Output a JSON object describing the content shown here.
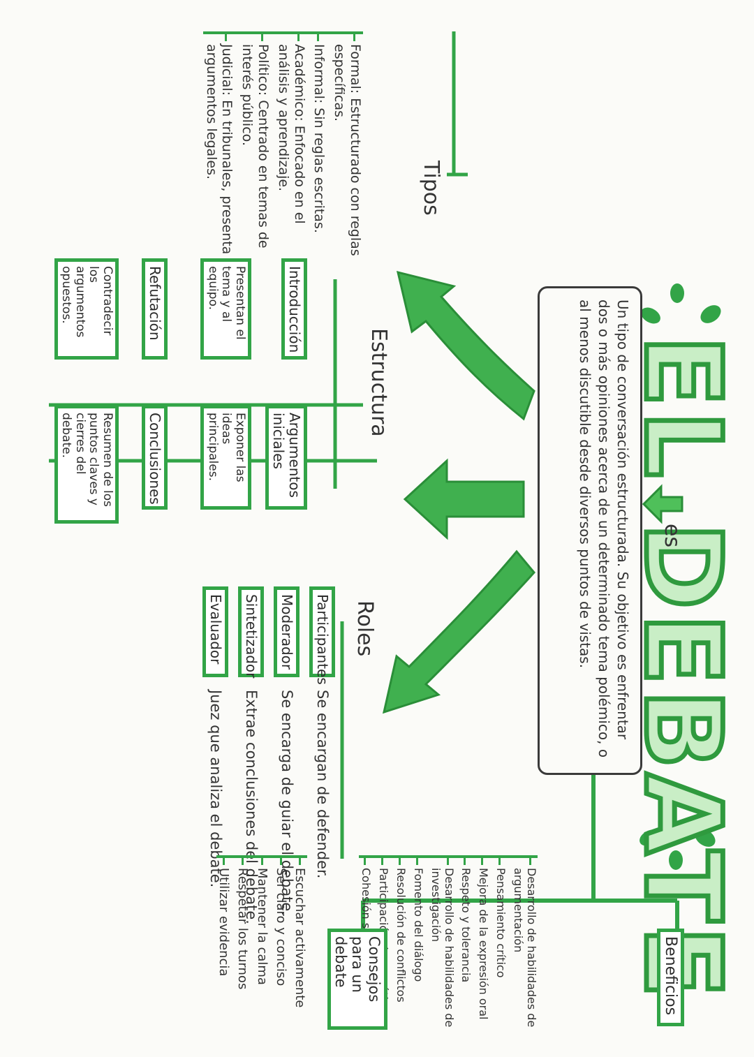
{
  "title": "EL DEBATE",
  "connector_es": "es",
  "definition": "Un tipo de conversación estructurada. Su objetivo es enfrentar dos o más opiniones acerca de un determinado tema polémico, o al menos discutible desde diversos puntos de vistas.",
  "tipos": {
    "label": "Tipos",
    "items": [
      "Formal: Estructurado con reglas específicas.",
      "Informal: Sin reglas escritas.",
      "Académico: Enfocado en el análisis y aprendizaje.",
      "Político: Centrado en temas de interés público.",
      "Judicial: En tribunales, presenta argumentos legales."
    ]
  },
  "estructura": {
    "label": "Estructura",
    "stages": [
      {
        "name": "Introducción",
        "desc": "Presentan el tema y al equipo."
      },
      {
        "name": "Argumentos iniciales",
        "desc": "Exponer las ideas principales."
      },
      {
        "name": "Refutación",
        "desc": "Contradecir los argumentos opuestos."
      },
      {
        "name": "Conclusiones",
        "desc": "Resumen de los puntos claves y cierres del debate."
      }
    ]
  },
  "roles": {
    "label": "Roles",
    "items": [
      {
        "name": "Participantes",
        "desc": "Se encargan de defender."
      },
      {
        "name": "Moderador",
        "desc": "Se encarga de guiar el debate."
      },
      {
        "name": "Sintetizador",
        "desc": "Extrae conclusiones del debate."
      },
      {
        "name": "Evaluador",
        "desc": "Juez que analiza el debate."
      }
    ]
  },
  "beneficios": {
    "label": "Beneficios",
    "items": [
      "Desarrollo de habilidades de argumentación",
      "Pensamiento crítico",
      "Mejora de la expresión oral",
      "Respeto y tolerancia",
      "Desarrollo de habilidades de investigación",
      "Fomento del diálogo",
      "Resolución de conflictos",
      "Participación democrática",
      "Cohesión social"
    ]
  },
  "consejos": {
    "label": "Consejos para un debate",
    "items": [
      "Escuchar activamente",
      "Ser claro y conciso",
      "Mantener la calma",
      "Respetar los turnos",
      "Utilizar evidencia"
    ]
  },
  "colors": {
    "green": "#32a447",
    "light_green": "#c9eec6",
    "ink": "#3a3a3a"
  }
}
